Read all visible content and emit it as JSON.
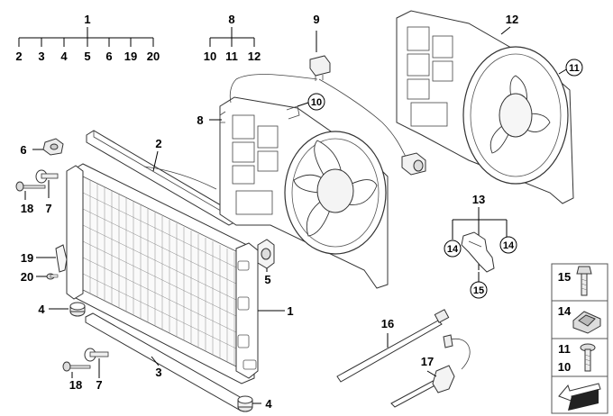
{
  "callouts": {
    "c1": "1",
    "c1_list": [
      "2",
      "3",
      "4",
      "5",
      "6",
      "19",
      "20"
    ],
    "c2": "2",
    "c3": "3",
    "c4a": "4",
    "c4b": "4",
    "c5": "5",
    "c6": "6",
    "c7a": "7",
    "c7b": "7",
    "c8": "8",
    "c8_list": [
      "10",
      "11",
      "12"
    ],
    "c8b": "8",
    "c9": "9",
    "c10": "10",
    "c11": "11",
    "c12": "12",
    "c13": "13",
    "c14a": "14",
    "c14b": "14",
    "c15": "15",
    "c16": "16",
    "c17": "17",
    "c18a": "18",
    "c18b": "18",
    "c19": "19",
    "c20": "20"
  },
  "side_panel": {
    "p15": "15",
    "p14": "14",
    "p11": "11",
    "p10": "10"
  }
}
